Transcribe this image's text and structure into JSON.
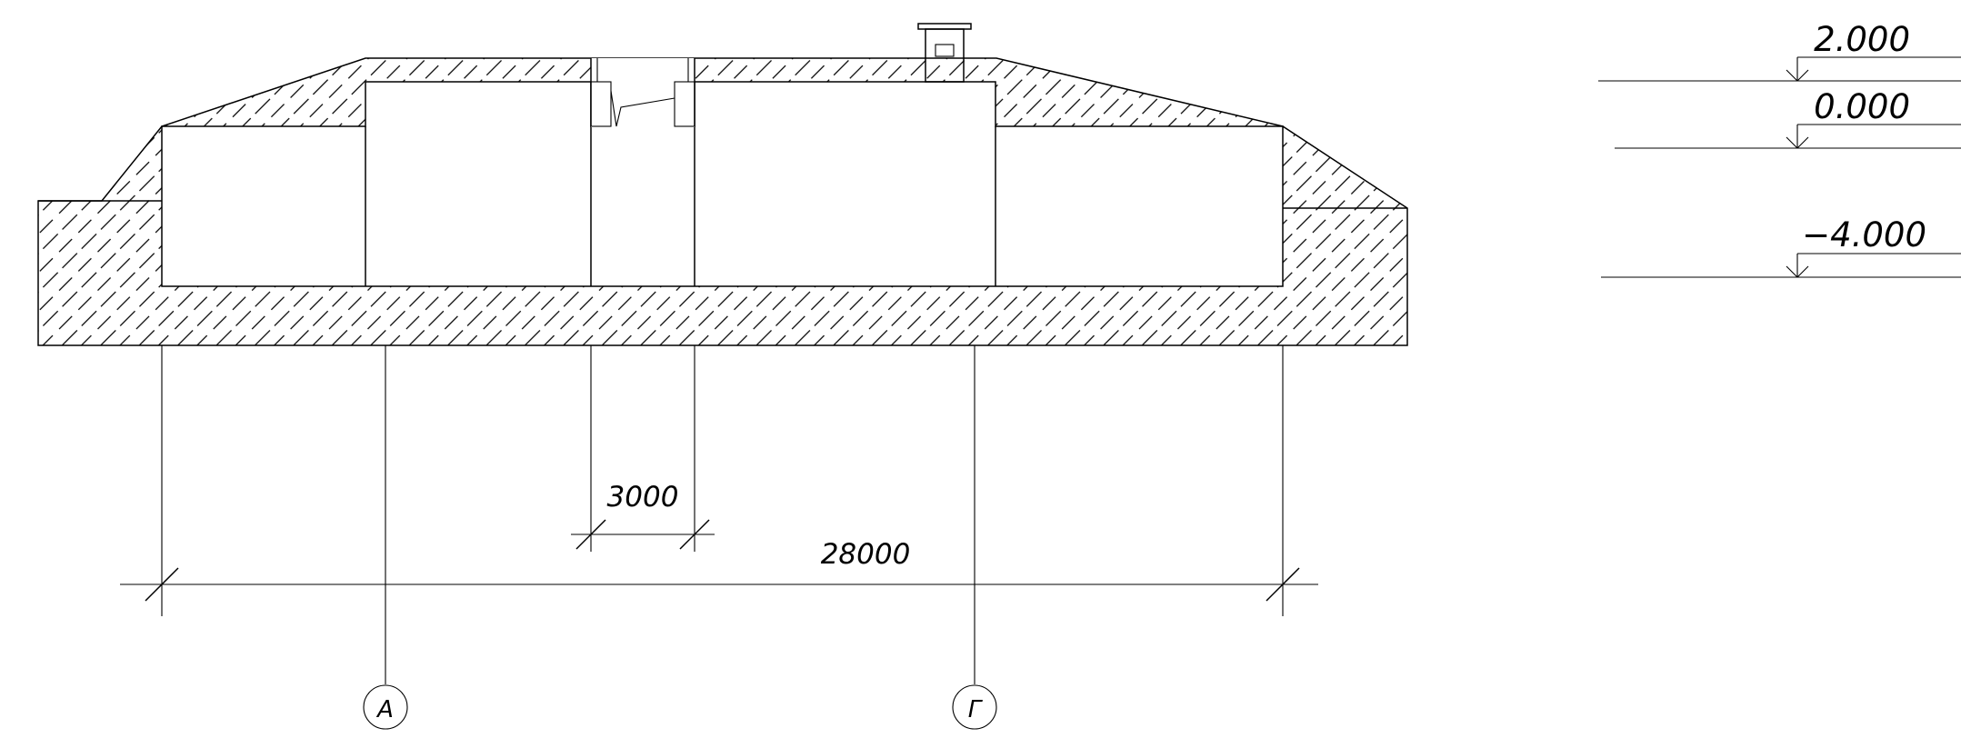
{
  "levels": {
    "top": "2.000",
    "ground": "0.000",
    "bottom": "−4.000"
  },
  "dimensions": {
    "passage_width": "3000",
    "overall_length": "28000"
  },
  "axes": {
    "left": "А",
    "right": "Г"
  }
}
